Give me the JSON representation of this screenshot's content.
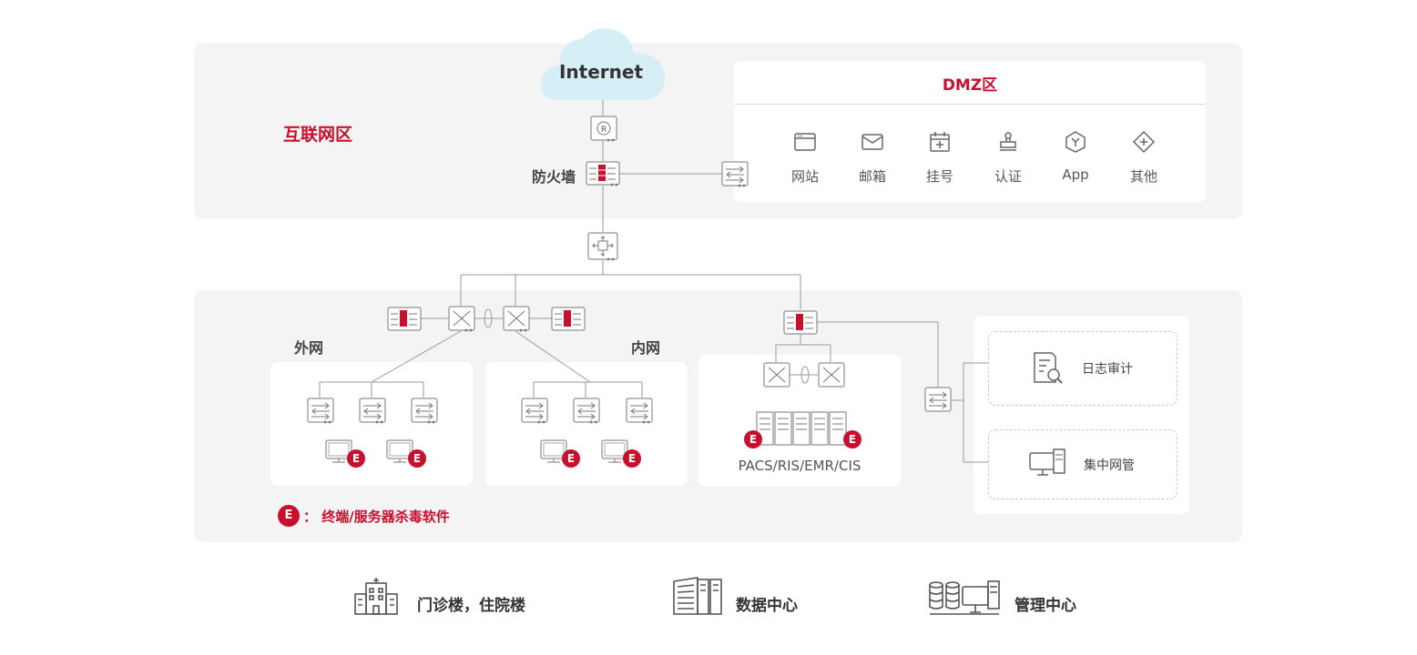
{
  "internet": {
    "label": "Internet"
  },
  "internet_zone": {
    "label": "互联网区",
    "firewall_label": "防火墙"
  },
  "dmz": {
    "title": "DMZ区",
    "services": [
      {
        "label": "网站",
        "icon": "browser-icon"
      },
      {
        "label": "邮箱",
        "icon": "mail-icon"
      },
      {
        "label": "挂号",
        "icon": "calendar-plus-icon"
      },
      {
        "label": "认证",
        "icon": "stamp-icon"
      },
      {
        "label": "App",
        "icon": "hexagon-app-icon"
      },
      {
        "label": "其他",
        "icon": "diamond-plus-icon"
      }
    ]
  },
  "lan": {
    "outer_net_label": "外网",
    "inner_net_label": "内网",
    "datacenter_label": "PACS/RIS/EMR/CIS",
    "badge_letter": "E",
    "legend_text": "： 终端/服务器杀毒软件",
    "mgmt": [
      {
        "label": "日志审计"
      },
      {
        "label": "集中网管"
      }
    ]
  },
  "bottom_legend": [
    {
      "label": "门诊楼，住院楼",
      "icon": "hospital-building-icon"
    },
    {
      "label": "数据中心",
      "icon": "server-rack-icon"
    },
    {
      "label": "管理中心",
      "icon": "management-console-icon"
    }
  ],
  "colors": {
    "accent": "#c8102e",
    "zone_bg": "#f4f4f4",
    "line": "#999999",
    "cloud": "#d6eef5"
  }
}
